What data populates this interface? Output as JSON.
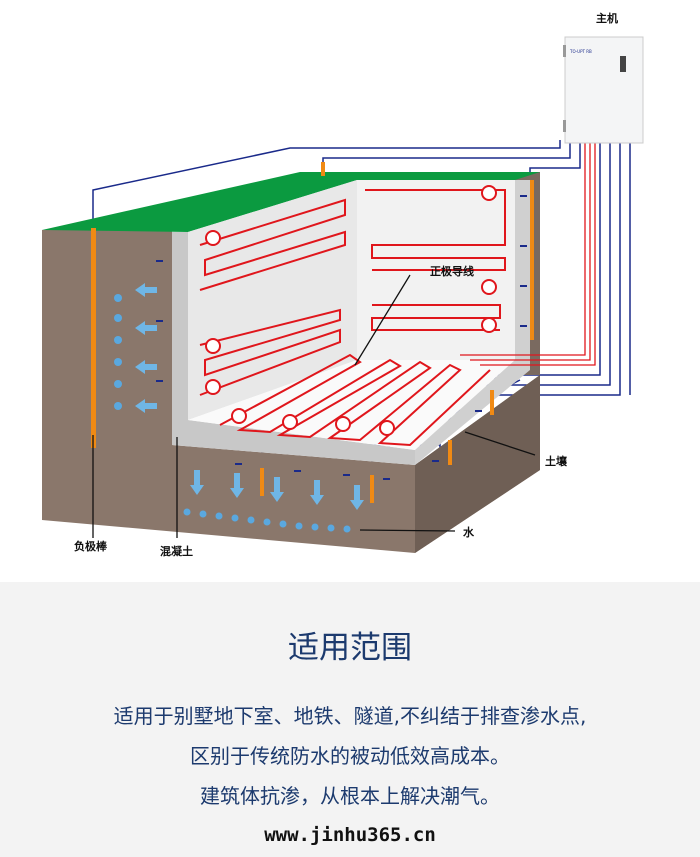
{
  "diagram": {
    "labels": {
      "host": "主机",
      "positive_wire": "正极导线",
      "soil": "土壤",
      "water": "水",
      "negative_rod": "负极棒",
      "concrete": "混凝土"
    },
    "device_brand": "TO-UPT RB",
    "colors": {
      "soil": "#8a776b",
      "grass": "#0b9a40",
      "concrete": "#c8c8c8",
      "wire": "#e0161c",
      "lead": "#1a2a8a",
      "rod": "#f08a14",
      "water": "#6fb6e6"
    }
  },
  "bottom": {
    "title": "适用范围",
    "lines": [
      "适用于别墅地下室、地铁、隧道,不纠结于排查渗水点,",
      "区别于传统防水的被动低效高成本。",
      "建筑体抗渗，从根本上解决潮气。"
    ],
    "url": "www.jinhu365.cn"
  }
}
